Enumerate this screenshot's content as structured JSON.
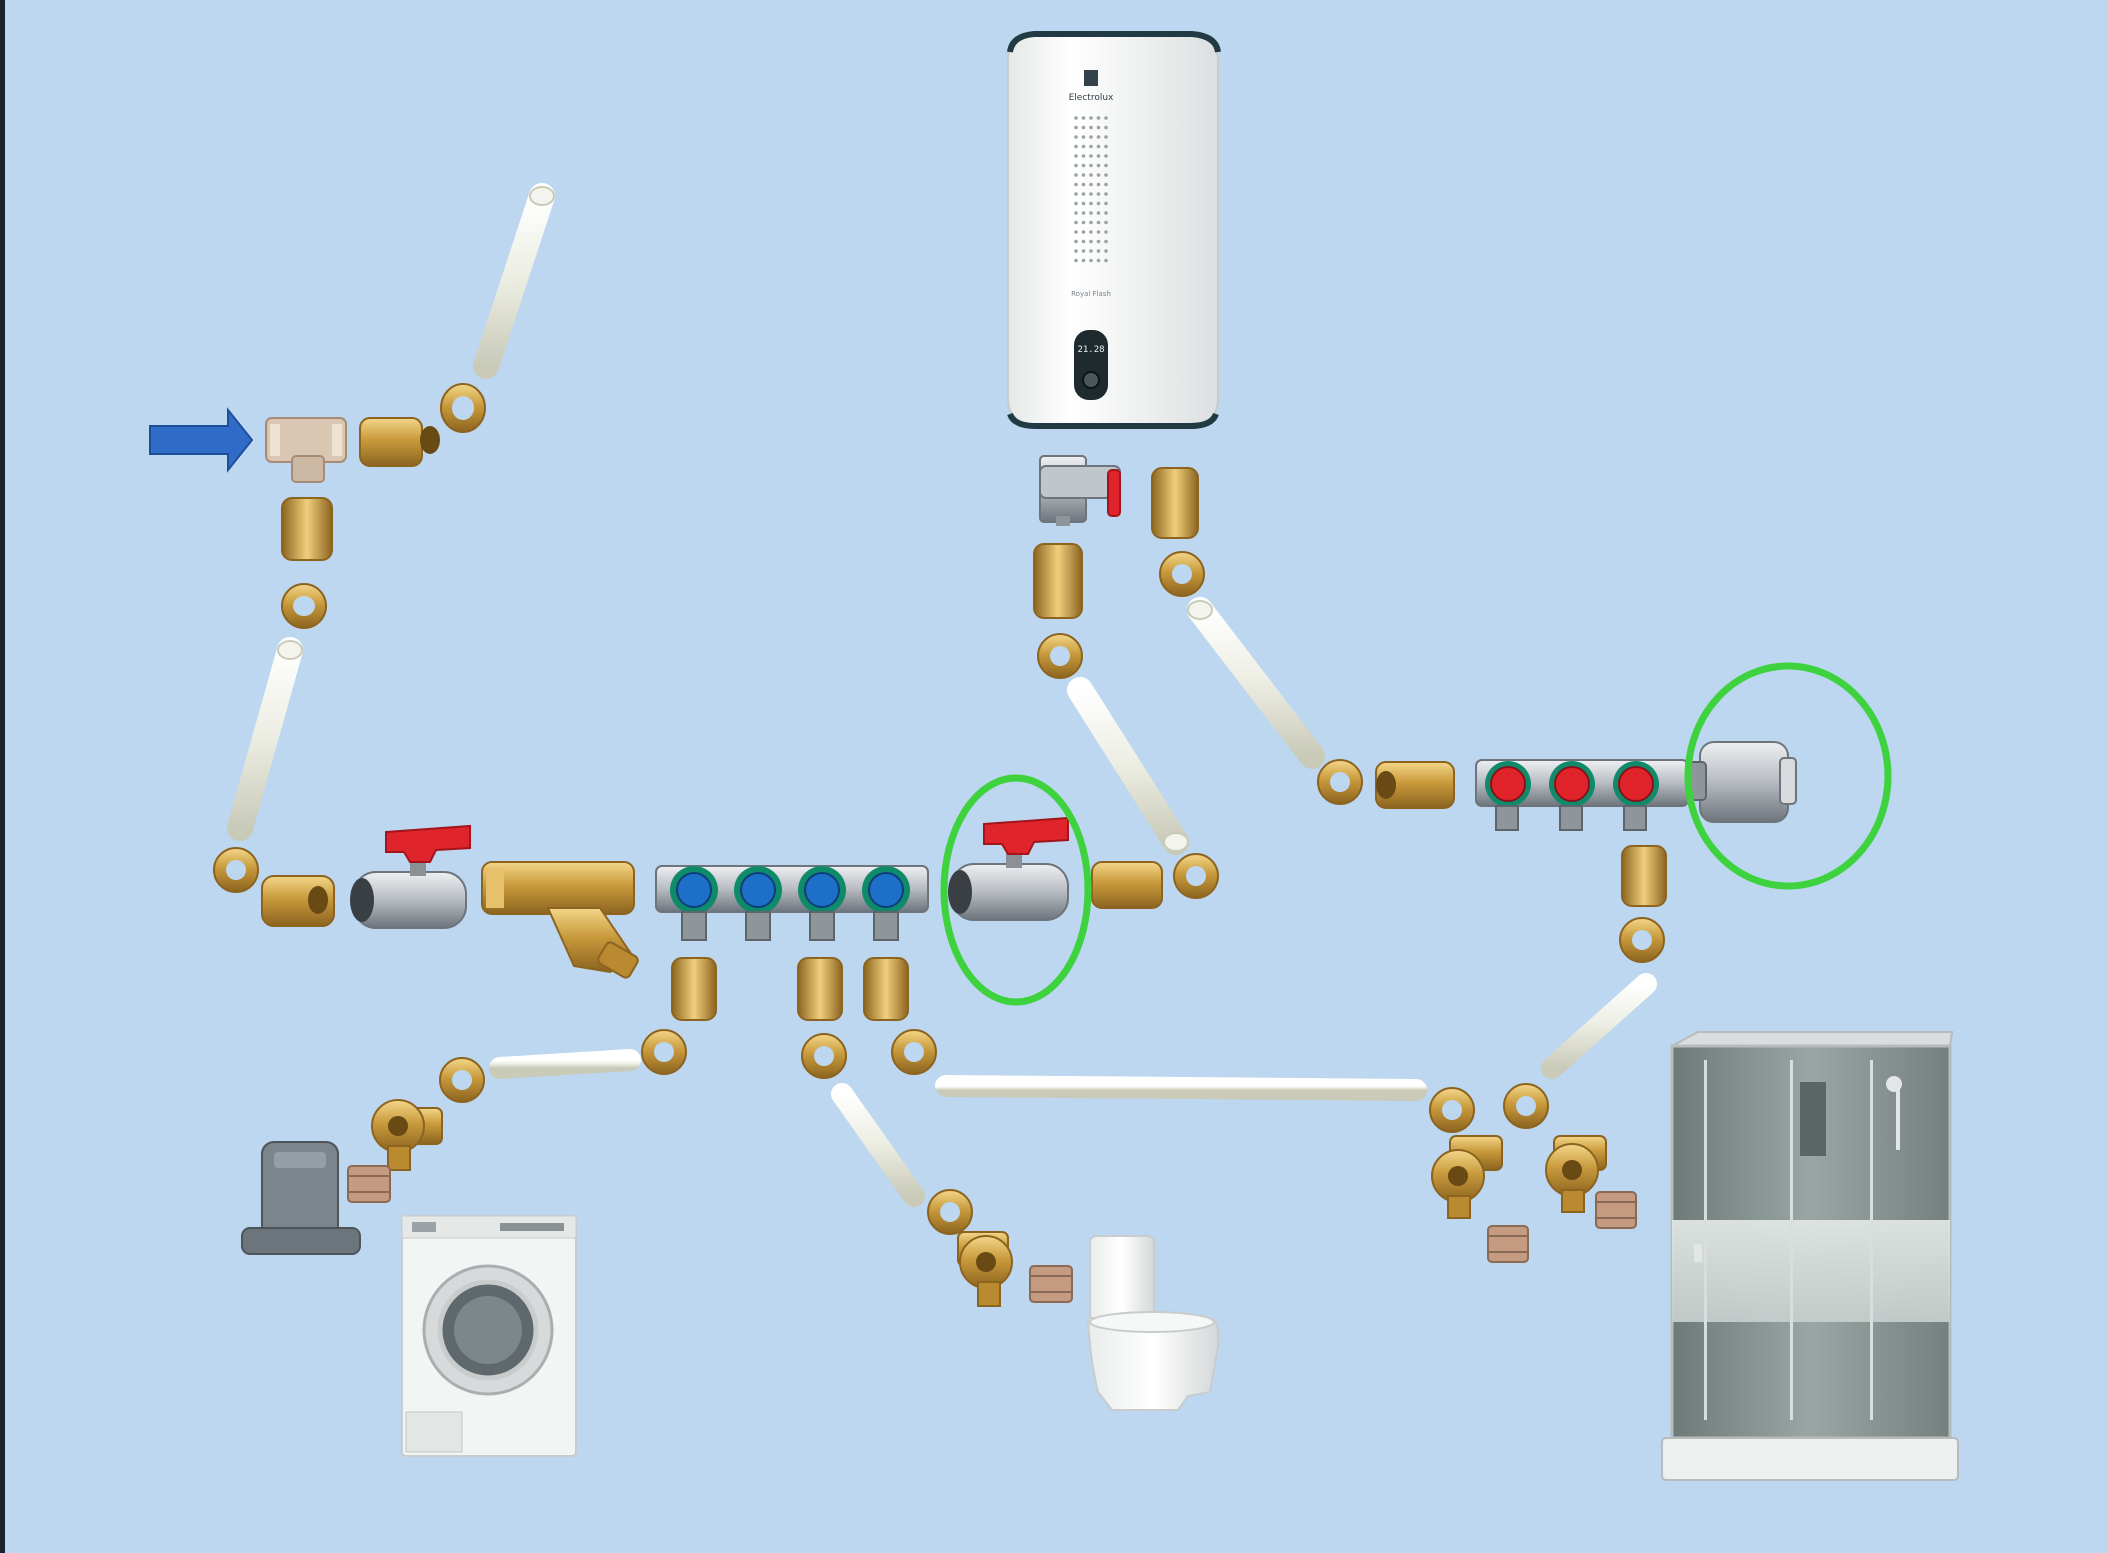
{
  "colors": {
    "background": "#bcd7ef",
    "left_edge": "#1a2230",
    "pipe": "#ecede2",
    "pipe_edge": "#c9cab8",
    "brass": "#c99a3c",
    "brass_light": "#f0cf7c",
    "brass_dark": "#8c6420",
    "chrome": "#b7bcc2",
    "chrome_dark": "#6d747b",
    "valve_red": "#e0242c",
    "valve_blue": "#1e6fc8",
    "inlet_arrow": "#2f6cc8",
    "highlight_circle": "#3fd23f",
    "heater_body": "#f7f7f5",
    "heater_band": "#213a44"
  },
  "heater": {
    "brand": "Electrolux",
    "model": "Royal Flash",
    "display": "21.28"
  },
  "icons": [
    "inlet-arrow-icon",
    "tee-fitting-icon",
    "ball-valve-icon",
    "strainer-filter-icon",
    "manifold-icon",
    "safety-valve-icon",
    "air-vent-icon",
    "water-heater-icon",
    "washing-machine-icon",
    "toilet-icon",
    "shower-cabin-icon",
    "hammer-arrestor-icon",
    "wall-elbow-icon"
  ]
}
